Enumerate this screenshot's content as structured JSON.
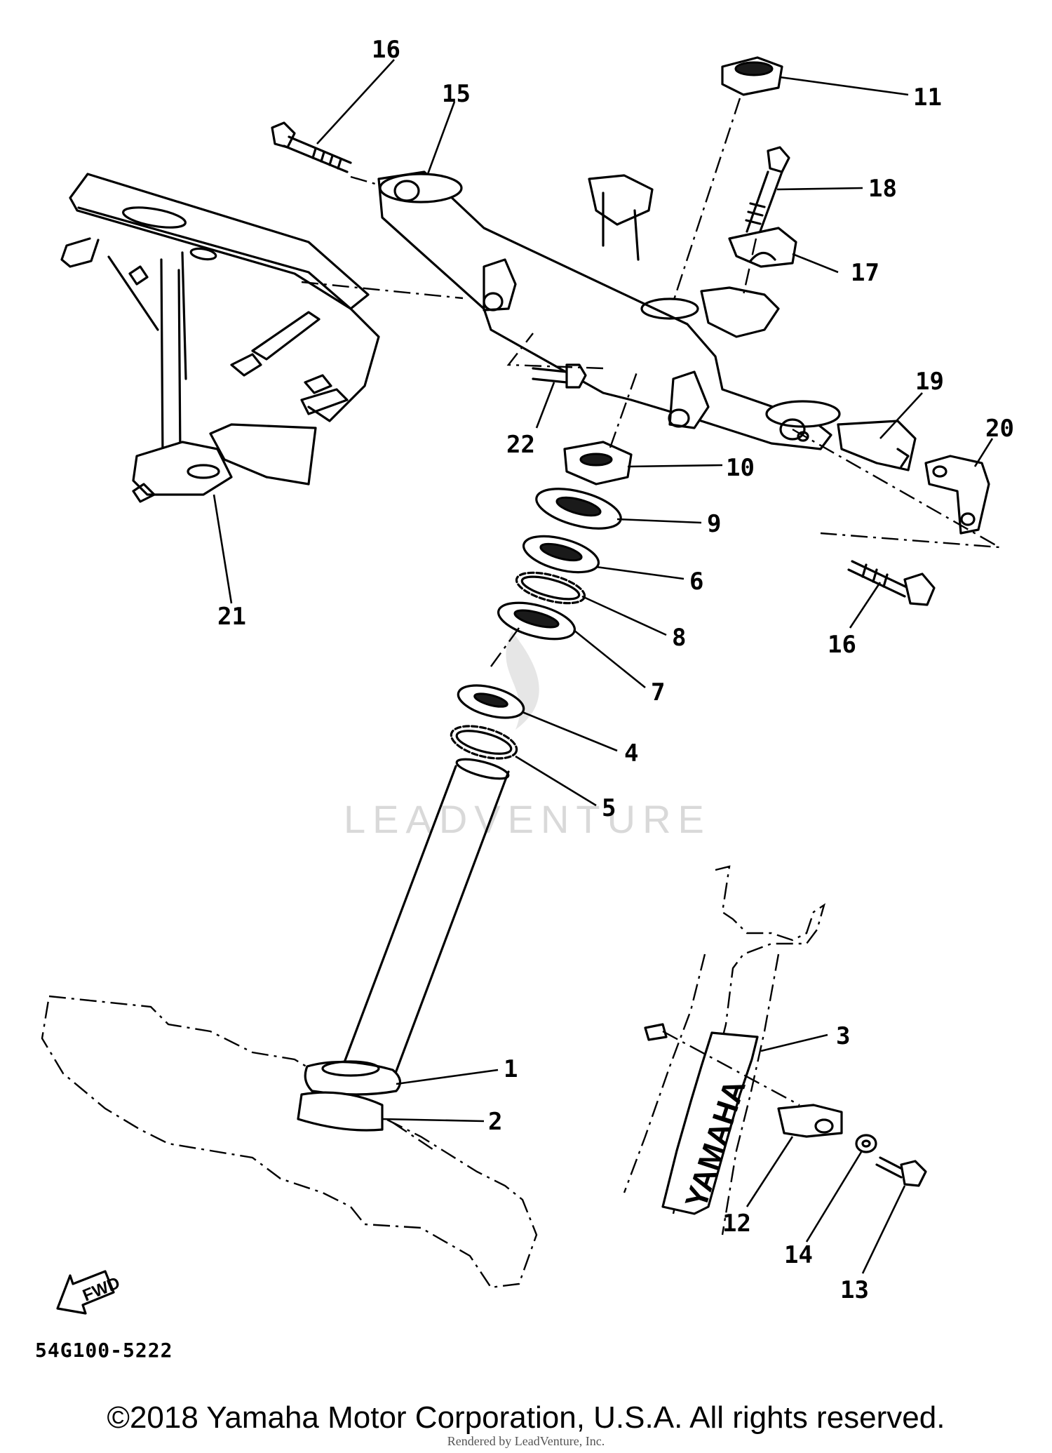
{
  "diagram": {
    "part_callouts": [
      "1",
      "2",
      "3",
      "4",
      "5",
      "6",
      "7",
      "8",
      "9",
      "10",
      "11",
      "12",
      "13",
      "14",
      "15",
      "16",
      "17",
      "18",
      "19",
      "20",
      "21",
      "22"
    ],
    "second_16_label": "16",
    "watermark": "LEADVENTURE",
    "fwd_label": "FWD",
    "fork_brand": "YAMAHA",
    "reference_code": "54G100-5222"
  },
  "footer": {
    "copyright": "©2018 Yamaha Motor Corporation, U.S.A. All rights reserved.",
    "renderer": "Rendered by LeadVenture, Inc."
  }
}
